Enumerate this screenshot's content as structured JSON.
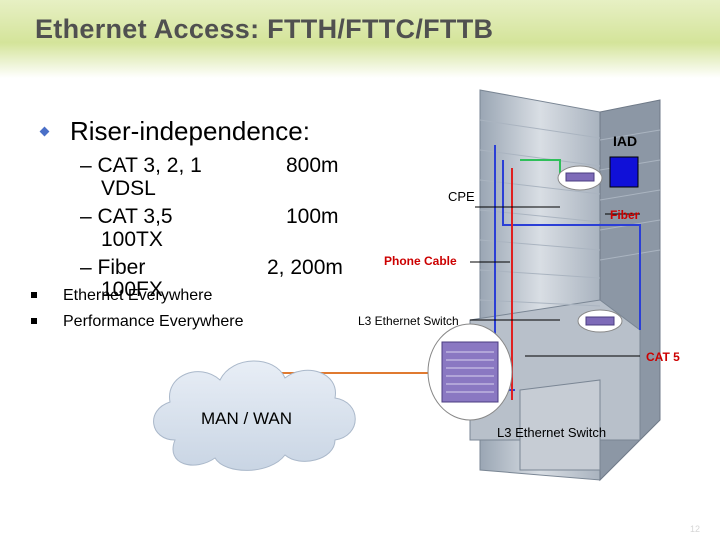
{
  "title": "Ethernet Access: FTTH/FTTC/FTTB",
  "bullets": {
    "riser": "Riser-independence:",
    "media": [
      {
        "label": "– CAT 3, 2, 1",
        "label2": "VDSL",
        "distance": "800m"
      },
      {
        "label": "– CAT 3,5",
        "label2": "100TX",
        "distance": "100m"
      },
      {
        "label": "– Fiber",
        "label2": "100FX",
        "distance": "2, 200m"
      }
    ],
    "ethernet": "Ethernet Everywhere",
    "performance": "Performance Everywhere"
  },
  "diagram": {
    "iad": "IAD",
    "cpe": "CPE",
    "fiber": "Fiber",
    "phone_cable": "Phone Cable",
    "l3_switch_top": "L3 Ethernet Switch",
    "cat5": "CAT 5",
    "man_wan": "MAN / WAN",
    "l3_switch_bottom": "L3 Ethernet Switch"
  },
  "colors": {
    "title": "#505050",
    "bullet_diamond": "#4a6fc7",
    "red_label": "#cc0000",
    "iad_box": "#1010d8",
    "fiber_line": "#e07a30",
    "cable_blue": "#2b3fd6",
    "cable_green": "#2fbf5a",
    "cable_red": "#e02020"
  },
  "slide_number": "12"
}
